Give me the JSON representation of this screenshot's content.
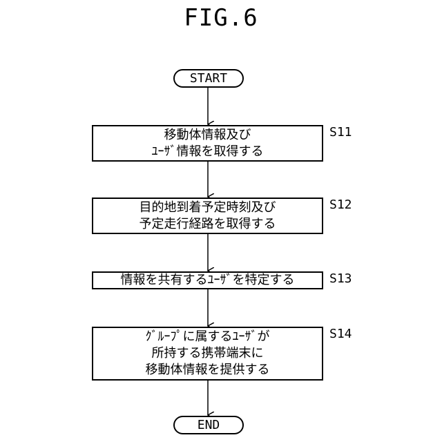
{
  "figure": {
    "title": "FIG.6"
  },
  "flow": {
    "start": "START",
    "end": "END",
    "steps": [
      {
        "id": "S11",
        "lines": [
          "移動体情報及び",
          "ﾕｰｻﾞ情報を取得する"
        ]
      },
      {
        "id": "S12",
        "lines": [
          "目的地到着予定時刻及び",
          "予定走行経路を取得する"
        ]
      },
      {
        "id": "S13",
        "lines": [
          "情報を共有するﾕｰｻﾞを特定する"
        ]
      },
      {
        "id": "S14",
        "lines": [
          "ｸﾞﾙｰﾌﾟに属するﾕｰｻﾞが",
          "所持する携帯端末に",
          "移動体情報を提供する"
        ]
      }
    ]
  }
}
